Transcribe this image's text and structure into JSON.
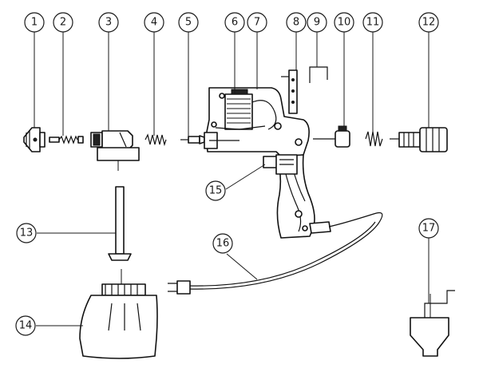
{
  "diagram": {
    "callouts": [
      {
        "label": "1"
      },
      {
        "label": "2"
      },
      {
        "label": "3"
      },
      {
        "label": "4"
      },
      {
        "label": "5"
      },
      {
        "label": "6"
      },
      {
        "label": "7"
      },
      {
        "label": "8"
      },
      {
        "label": "9"
      },
      {
        "label": "10"
      },
      {
        "label": "11"
      },
      {
        "label": "12"
      },
      {
        "label": "13"
      },
      {
        "label": "14"
      },
      {
        "label": "15"
      },
      {
        "label": "16"
      },
      {
        "label": "17"
      }
    ],
    "colors": {
      "ink": "#111111",
      "background": "#ffffff"
    }
  }
}
